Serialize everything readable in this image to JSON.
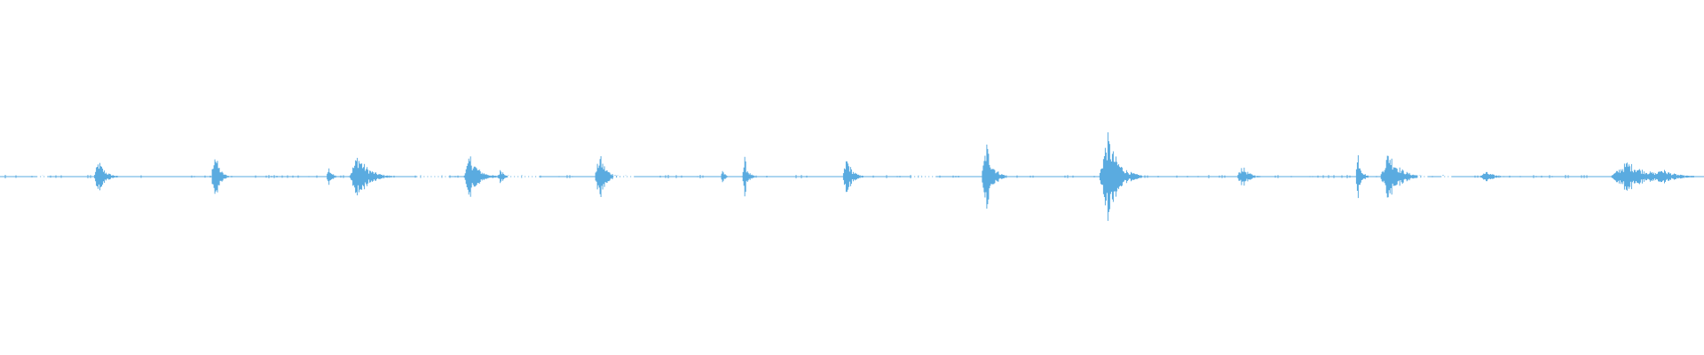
{
  "waveform": {
    "color": "#5aabe0",
    "background": "#ffffff",
    "duration_fraction_scale": 1,
    "bursts": [
      {
        "t": 0.058,
        "amp": 0.1,
        "width": 0.006
      },
      {
        "t": 0.126,
        "amp": 0.18,
        "width": 0.004
      },
      {
        "t": 0.193,
        "amp": 0.06,
        "width": 0.003
      },
      {
        "t": 0.21,
        "amp": 0.14,
        "width": 0.01
      },
      {
        "t": 0.276,
        "amp": 0.13,
        "width": 0.008
      },
      {
        "t": 0.294,
        "amp": 0.05,
        "width": 0.004
      },
      {
        "t": 0.352,
        "amp": 0.14,
        "width": 0.006
      },
      {
        "t": 0.424,
        "amp": 0.05,
        "width": 0.002
      },
      {
        "t": 0.437,
        "amp": 0.12,
        "width": 0.003
      },
      {
        "t": 0.497,
        "amp": 0.12,
        "width": 0.005
      },
      {
        "t": 0.579,
        "amp": 0.21,
        "width": 0.006
      },
      {
        "t": 0.65,
        "amp": 0.26,
        "width": 0.01
      },
      {
        "t": 0.729,
        "amp": 0.07,
        "width": 0.006
      },
      {
        "t": 0.797,
        "amp": 0.16,
        "width": 0.003
      },
      {
        "t": 0.815,
        "amp": 0.16,
        "width": 0.01
      },
      {
        "t": 0.872,
        "amp": 0.03,
        "width": 0.008
      },
      {
        "t": 0.955,
        "amp": 0.09,
        "width": 0.02
      },
      {
        "t": 0.975,
        "amp": 0.05,
        "width": 0.012
      }
    ],
    "gaps": [
      [
        0.022,
        0.027
      ],
      [
        0.245,
        0.263
      ],
      [
        0.298,
        0.316
      ],
      [
        0.36,
        0.372
      ],
      [
        0.535,
        0.548
      ],
      [
        0.832,
        0.838
      ],
      [
        0.846,
        0.851
      ]
    ]
  }
}
